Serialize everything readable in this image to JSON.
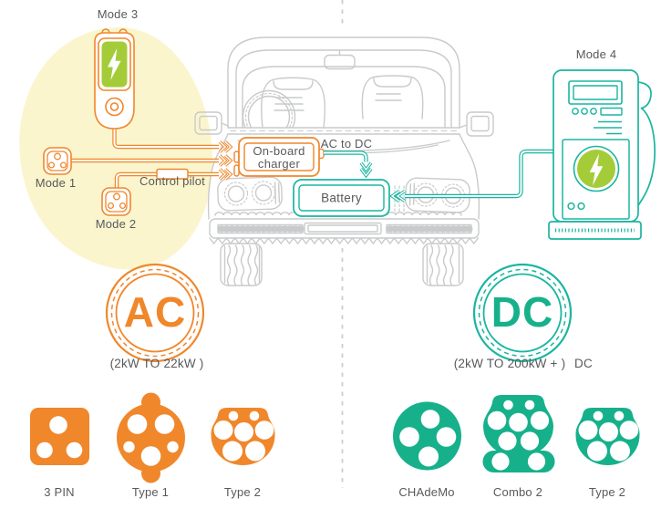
{
  "colors": {
    "orange": "#F0872B",
    "teal_stroke": "#1AB5A0",
    "teal_fill": "#16B18B",
    "green": "#A4CC39",
    "yellow_highlight": "#FBF5CE",
    "car_outline": "#C9CACB",
    "text_gray": "#58595B"
  },
  "left": {
    "mode3": "Mode 3",
    "mode1": "Mode 1",
    "mode2": "Mode 2",
    "control_pilot": "Control pilot"
  },
  "car": {
    "onboard_charger_line1": "On-board",
    "onboard_charger_line2": "charger",
    "ac_to_dc": "AC to DC",
    "battery": "Battery"
  },
  "right": {
    "mode4": "Mode 4"
  },
  "ac": {
    "badge": "AC",
    "range": "(2kW TO 22kW )",
    "connectors": [
      {
        "label": "3 PIN"
      },
      {
        "label": "Type 1"
      },
      {
        "label": "Type 2"
      }
    ]
  },
  "dc": {
    "badge": "DC",
    "range": "(2kW TO 200kW + )",
    "range_suffix": "DC",
    "connectors": [
      {
        "label": "CHAdeMo"
      },
      {
        "label": "Combo 2"
      },
      {
        "label": "Type 2"
      }
    ]
  },
  "icons": {
    "lightning_bolt": "white zig-zag bolt on green circle/screen",
    "socket_3pin": "rounded square socket with three holes"
  }
}
